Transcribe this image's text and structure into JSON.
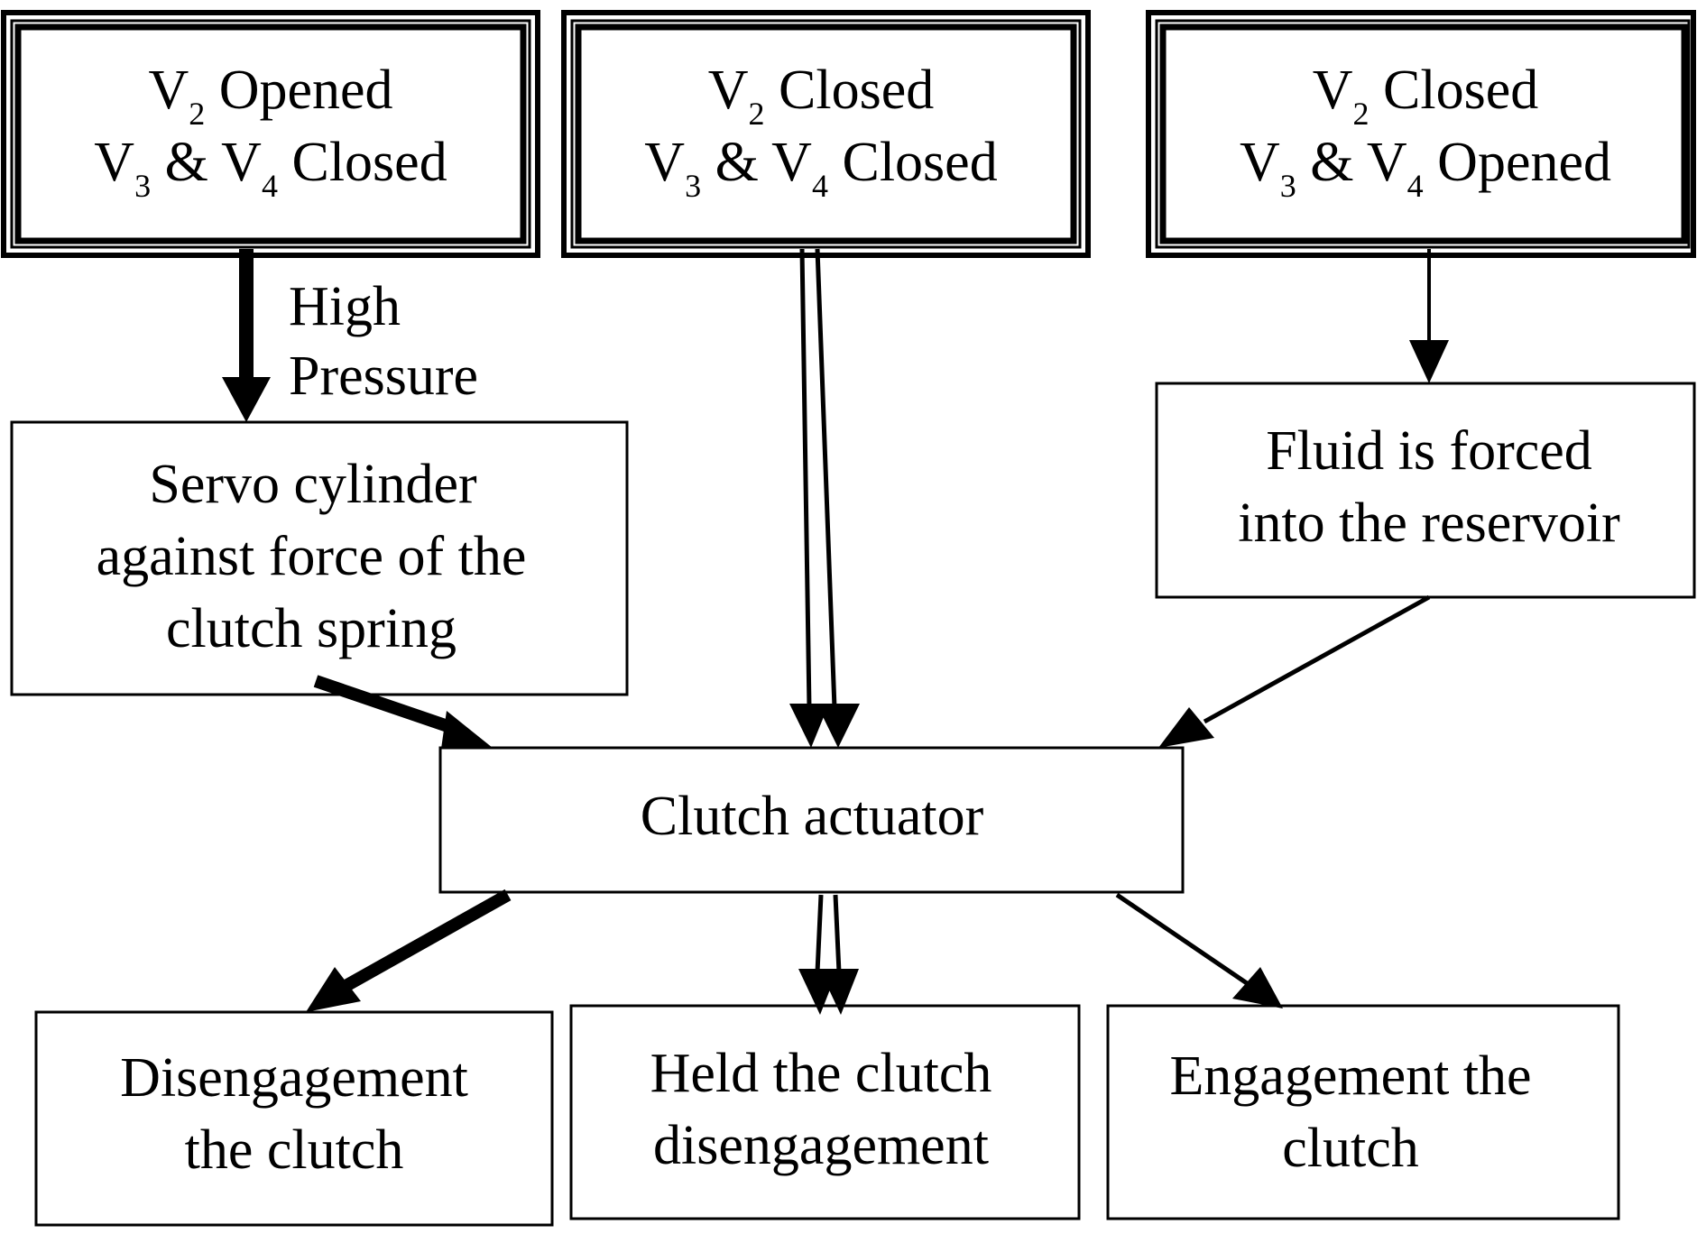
{
  "states": {
    "left": {
      "line1": {
        "v": "V",
        "sub": "2",
        "rest": " Opened"
      },
      "line2": {
        "v1": "V",
        "s1": "3",
        "amp": " & V",
        "s2": "4",
        "rest": " Closed"
      }
    },
    "center": {
      "line1": {
        "v": "V",
        "sub": "2",
        "rest": " Closed"
      },
      "line2": {
        "v1": "V",
        "s1": "3",
        "amp": " & V",
        "s2": "4",
        "rest": " Closed"
      }
    },
    "right": {
      "line1": {
        "v": "V",
        "sub": "2",
        "rest": " Closed"
      },
      "line2": {
        "v1": "V",
        "s1": "3",
        "amp": " & V",
        "s2": "4",
        "rest": " Opened"
      }
    }
  },
  "arrow_label": {
    "line1": "High",
    "line2": "Pressure"
  },
  "servo": {
    "line1": "Servo cylinder",
    "line2": "against force of the",
    "line3": "clutch spring"
  },
  "fluid": {
    "line1": "Fluid is forced",
    "line2": "into the reservoir"
  },
  "actuator": {
    "label": "Clutch actuator"
  },
  "outcomes": {
    "disengage": {
      "line1": "Disengagement",
      "line2": "the clutch"
    },
    "held": {
      "line1": "Held the clutch",
      "line2": "disengagement"
    },
    "engage": {
      "line1": "Engagement the",
      "line2": "clutch"
    }
  }
}
